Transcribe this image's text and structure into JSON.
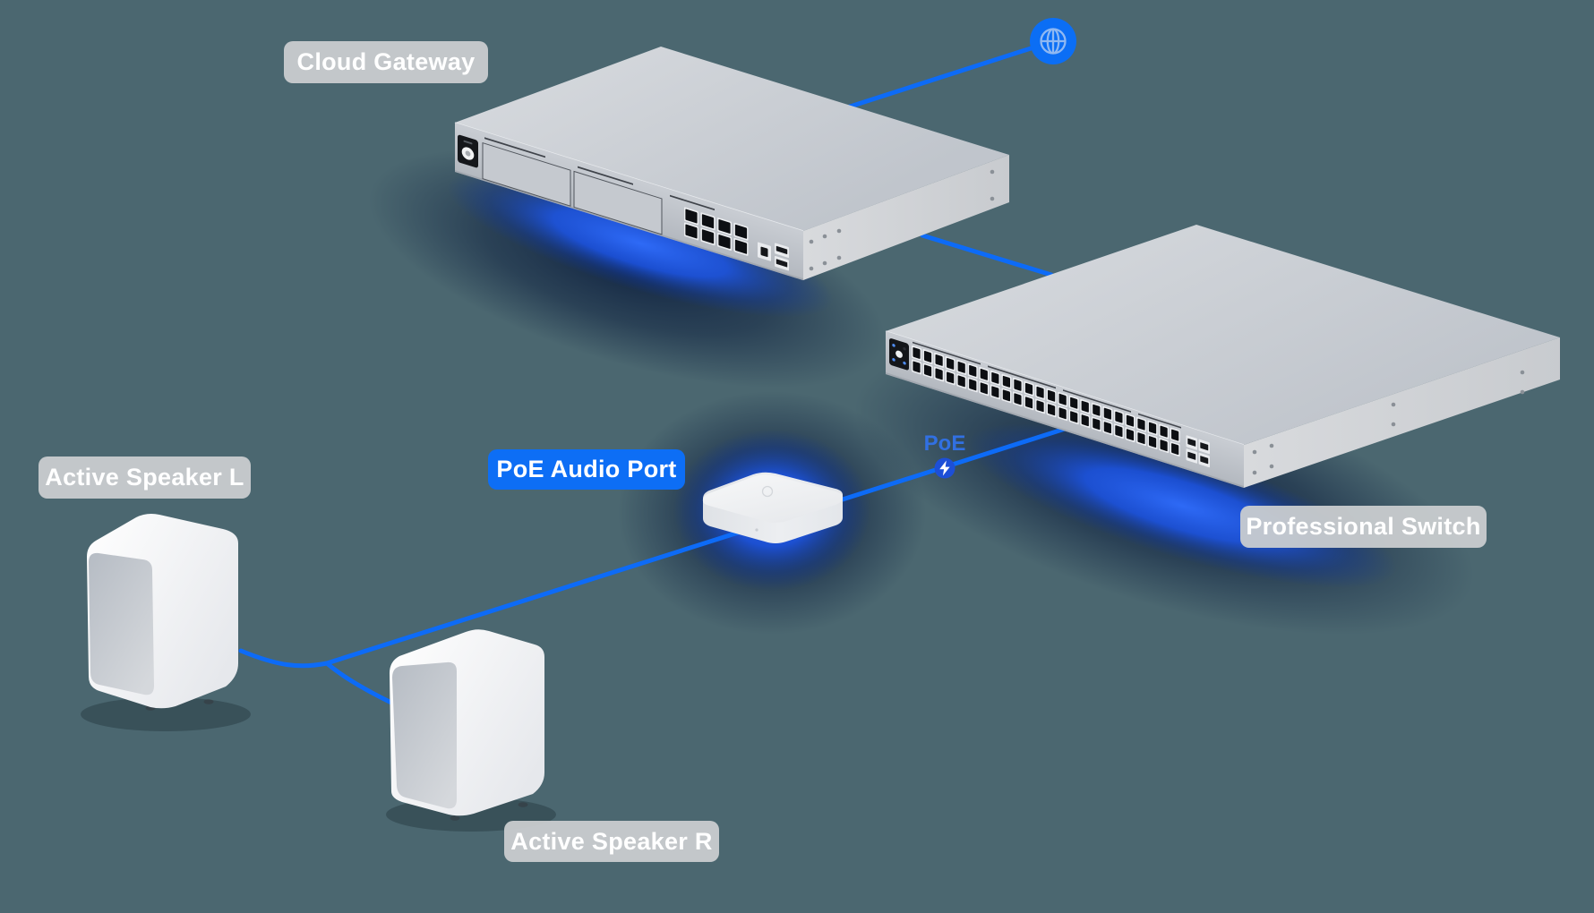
{
  "background_color": "#4B6770",
  "badges": {
    "cloud_gateway": "Cloud Gateway",
    "professional_switch": "Professional Switch",
    "poe_audio_port": "PoE Audio Port",
    "active_speaker_l": "Active Speaker L",
    "active_speaker_r": "Active Speaker R"
  },
  "poe_port_label": "PoE",
  "icons": {
    "globe": "globe-icon",
    "poe_lightning": "poe-lightning-icon"
  },
  "colors": {
    "badge_gray_bg": "rgba(201,204,207,0.95)",
    "badge_blue_bg": "#0d6ef5",
    "badge_text": "#ffffff",
    "line_blue": "#0d6bf7",
    "glow_blue": "#1e5cff",
    "glow_navy": "#0a1c3c",
    "globe_circle_bg": "#0b6ef5",
    "globe_glyph": "#8fb8f2",
    "poe_text_blue": "#3170e2",
    "poe_bolt_circle_bg": "#1d4fd7",
    "device_body_gray": "#c6cad0",
    "device_top_gray": "#d2d5da"
  },
  "devices": {
    "cloud_gateway": {
      "rj45_ports": 8,
      "uplink_rj45_ports": 1,
      "sfp_ports": 2,
      "drive_bays": 2
    },
    "professional_switch": {
      "rj45_ports": 48,
      "sfp_ports": 4
    },
    "poe_audio_port": {
      "connected_port_label": "PoE"
    },
    "speaker_left": {
      "label": "Active Speaker L"
    },
    "speaker_right": {
      "label": "Active Speaker R"
    }
  }
}
